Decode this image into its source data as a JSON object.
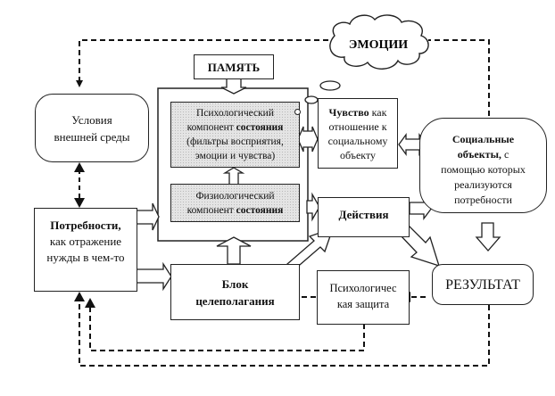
{
  "diagram": {
    "title_cloud": "ЭМОЦИИ",
    "memory": "ПАМЯТЬ",
    "environment": {
      "line1": "Условия",
      "line2": "внешней среды"
    },
    "psych_component": {
      "line1": "Психологический",
      "line2_normal": "компонент ",
      "line2_bold": "состояния",
      "line3": "(фильтры восприятия,",
      "line4": "эмоции и чувства)"
    },
    "phys_component": {
      "line1": "Физиологический",
      "line2_normal": "компонент ",
      "line2_bold": "состояния"
    },
    "feeling": {
      "bold": "Чувство",
      "rest1": " как",
      "line2": "отношение к",
      "line3": "социальному",
      "line4": "объекту"
    },
    "social_objects": {
      "line1_bold": "Социальные",
      "line2_bold": "объекты,",
      "line2_rest": " с",
      "line3": "помощью которых",
      "line4": "реализуются",
      "line5": "потребности"
    },
    "needs": {
      "line1_bold": "Потребности,",
      "line2": "как отражение",
      "line3": "нужды в чем-то"
    },
    "actions": "Действия",
    "goal_block": {
      "line1": "Блок",
      "line2": "целеполагания"
    },
    "defense": {
      "line1": "Психологичес",
      "line2": "кая защита"
    },
    "result": "РЕЗУЛЬТАТ"
  }
}
